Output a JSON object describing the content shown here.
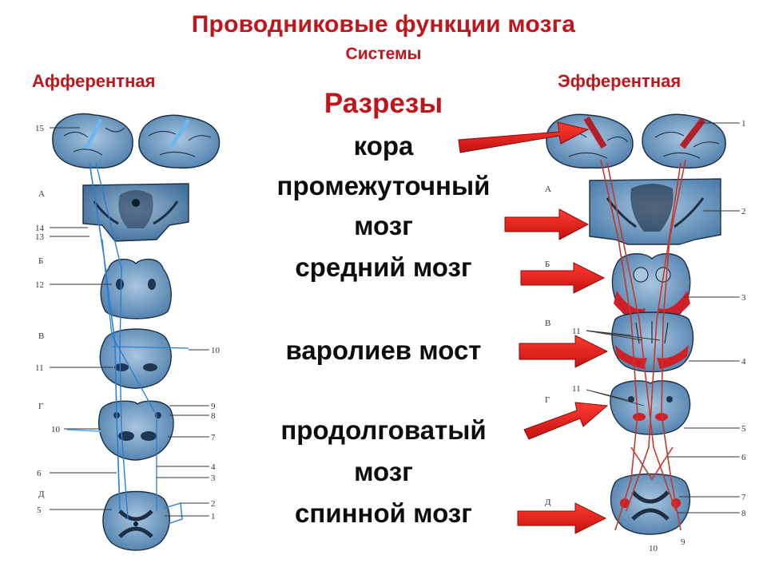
{
  "title": "Проводниковые функции мозга",
  "subtitle": "Системы",
  "systems": {
    "afferent": "Афферентная",
    "efferent": "Эфферентная"
  },
  "center": {
    "heading": "Разрезы",
    "levels": [
      "кора",
      "промежуточный",
      "мозг",
      "средний мозг",
      "варолиев мост",
      "продолговатый",
      "мозг",
      "спинной мозг"
    ]
  },
  "left_diagram": {
    "section_letters": [
      "А",
      "Б",
      "В",
      "Г",
      "Д"
    ],
    "left_numbers": [
      "15",
      "14",
      "13",
      "12",
      "11",
      "10",
      "6",
      "5"
    ],
    "right_numbers": [
      "10",
      "9",
      "8",
      "7",
      "4",
      "3",
      "2",
      "1"
    ]
  },
  "right_diagram": {
    "section_letters": [
      "А",
      "Б",
      "В",
      "Г",
      "Д"
    ],
    "numbers": [
      "1",
      "2",
      "3",
      "11",
      "4",
      "11",
      "5",
      "6",
      "7",
      "8",
      "10",
      "9"
    ]
  },
  "colors": {
    "title": "#c0151a",
    "arrow": "#e01b1b",
    "afferent_path": "#2a7fd4",
    "efferent_path": "#c0392b",
    "tissue": "#6f9cc4"
  }
}
